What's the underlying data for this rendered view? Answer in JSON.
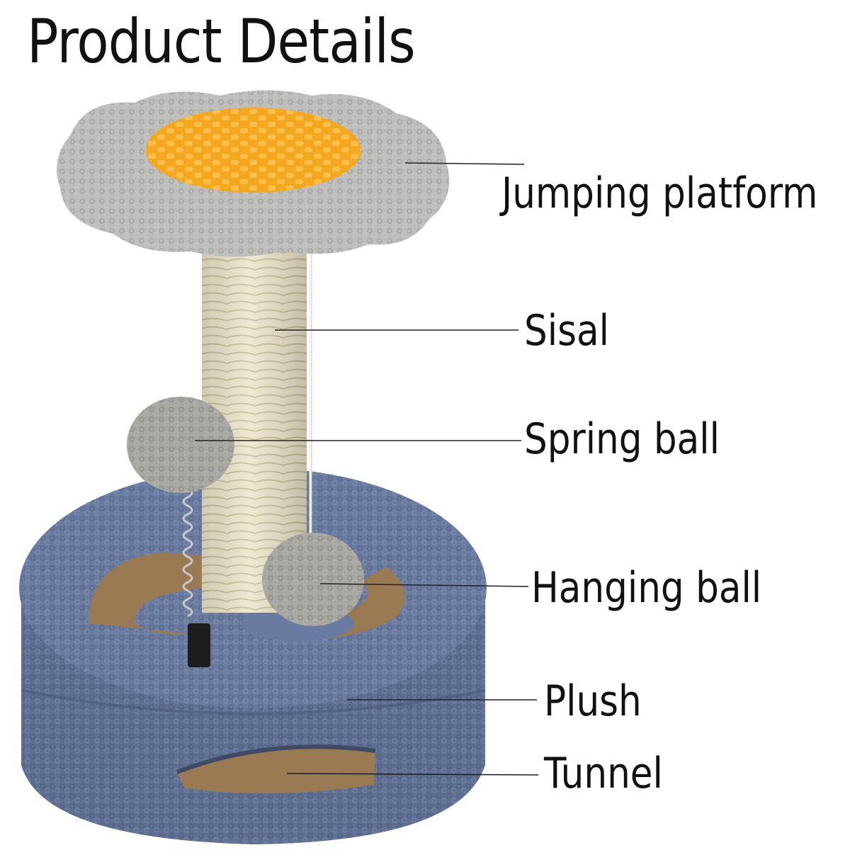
{
  "title": "Product Details",
  "labels": {
    "jumping_platform": "Jumping platform",
    "sisal": "Sisal",
    "spring_ball": "Spring ball",
    "hanging_ball": "Hanging ball",
    "plush": "Plush",
    "tunnel": "Tunnel"
  },
  "colors": {
    "platform_plush": "#bdbdbb",
    "platform_center": "#f3a81f",
    "sisal_post": "#ede6cc",
    "ball_plush": "#a8a6a1",
    "base_plush": "#5f6f94",
    "cardboard": "#9a7a52",
    "leader_line": "#222222"
  }
}
